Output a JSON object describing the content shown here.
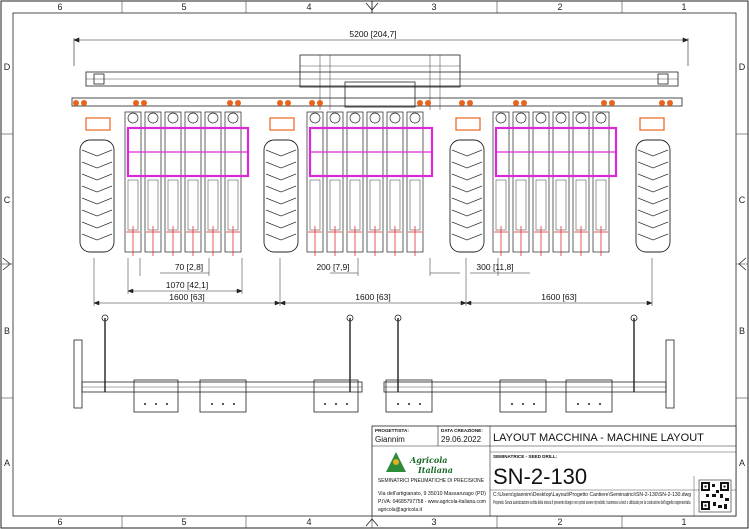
{
  "frame": {
    "cols_top": [
      "6",
      "5",
      "4",
      "3",
      "2",
      "1"
    ],
    "cols_bottom": [
      "6",
      "5",
      "4",
      "3",
      "2",
      "1"
    ],
    "rows_left": [
      "D",
      "C",
      "B",
      "A"
    ],
    "rows_right": [
      "D",
      "C",
      "B",
      "A"
    ]
  },
  "dimensions": {
    "overall_width": "5200 [204,7]",
    "row_spacing": "70 [2,8]",
    "unit_span": "1070 [42,1]",
    "center_gap": "200 [7,9]",
    "outer_gap": "300 [11,8]",
    "section_left": "1600 [63]",
    "section_center": "1600 [63]",
    "section_right": "1600 [63]"
  },
  "title_block": {
    "designer_label": "PROGETTISTA:",
    "designer_value": "Giannim",
    "date_label": "DATA CREAZIONE:",
    "date_value": "29.06.2022",
    "title": "LAYOUT MACCHINA - MACHINE LAYOUT",
    "category_label": "SEMINATRICE - SEED DRILL:",
    "code": "SN-2-130",
    "company_name_line1": "Agricola",
    "company_name_line2": "Italiana",
    "company_tagline": "SEMINATRICI PNEUMATICHE DI PRECISIONE",
    "address_line1": "Via dell'artigianato, 9 35010 Massanzago (PD)",
    "address_line2": "P.IVA: 04685797758 - www.agricola-italiana.com",
    "address_line3": "agricola@agricola.it",
    "file_path": "C:\\Users\\giannim\\Desktop\\Layout\\Progetto Cantiere\\Seminatrici\\SN-2-130\\SN-2-130.dwg",
    "property_note": "Proprietà: Senza autorizzazione scritta della stessa il presente disegno non potrà essere riprodotto, trasmesso a terzi o utilizzato per la costruzione dell'oggetto rappresentato."
  },
  "colors": {
    "line": "#222222",
    "highlight": "#d92ad9",
    "accent": "#e8641e",
    "tire": "#333333"
  },
  "icons": [
    "qr-code-icon",
    "company-logo"
  ]
}
